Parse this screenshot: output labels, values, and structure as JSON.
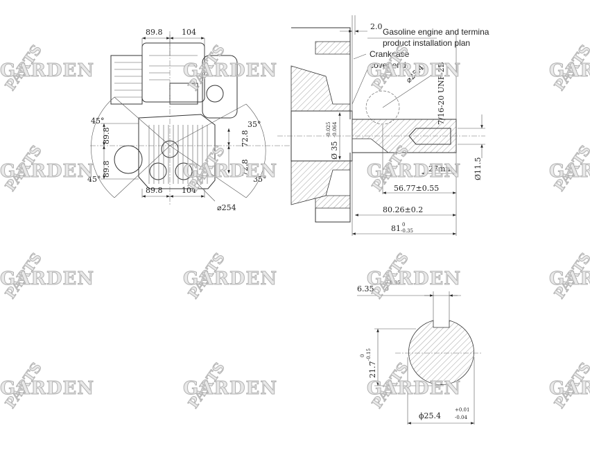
{
  "watermark": {
    "word1": "GARDEN",
    "word2": "PARTS"
  },
  "front_view": {
    "top_left": "89.8",
    "top_right": "104",
    "bottom_left": "89.8",
    "bottom_right": "104",
    "angle_left_top": "45°",
    "angle_left_bottom": "45°",
    "angle_right_top": "35°",
    "angle_right_bottom": "35°",
    "left_upper": "89.8",
    "left_lower": "89.8",
    "right_upper": "72.8",
    "right_lower": "72.8",
    "diameter": "⌀254"
  },
  "side_view": {
    "gap": "2.0",
    "note_line1": "Gasoline engine and termina",
    "note_line2": "product installation plan",
    "callout_line1": "Crankcase",
    "callout_line2": "cover end",
    "circle_dia": "⌀25.4",
    "thread": "7/16-20 UNF-2B",
    "shaft_dia": "Ø 35",
    "shaft_tol_upper": "-0.025",
    "shaft_tol_lower": "-0.064",
    "thread_depth": "27min",
    "bore_dia": "Ø11.5",
    "len1": "56.77±0.55",
    "len2": "80.26±0.2",
    "len3": "81",
    "len3_tol_upper": "0",
    "len3_tol_lower": "-0.35"
  },
  "section_view": {
    "key_width": "6.35",
    "key_tol_upper": "+0.05",
    "key_tol_lower": "0",
    "key_depth": "21.7",
    "key_depth_tol_upper": "0",
    "key_depth_tol_lower": "-0.15",
    "diameter": "ϕ25.4",
    "dia_tol_upper": "+0.01",
    "dia_tol_lower": "-0.04"
  }
}
